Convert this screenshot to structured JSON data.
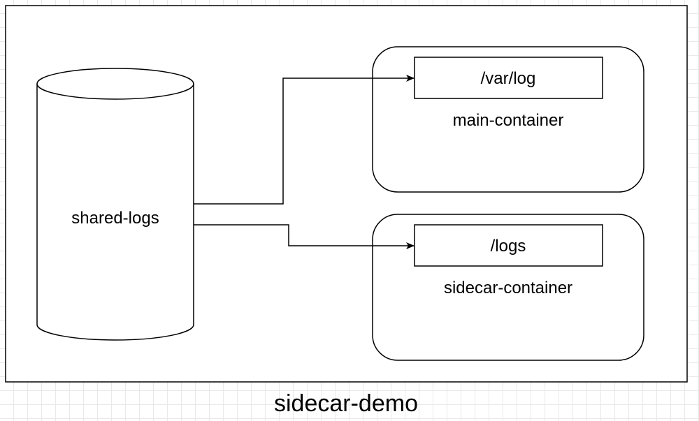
{
  "diagram": {
    "frame_label": "sidecar-demo",
    "volume": {
      "label": "shared-logs"
    },
    "containers": [
      {
        "name": "main-container",
        "mount_path": "/var/log"
      },
      {
        "name": "sidecar-container",
        "mount_path": "/logs"
      }
    ]
  }
}
